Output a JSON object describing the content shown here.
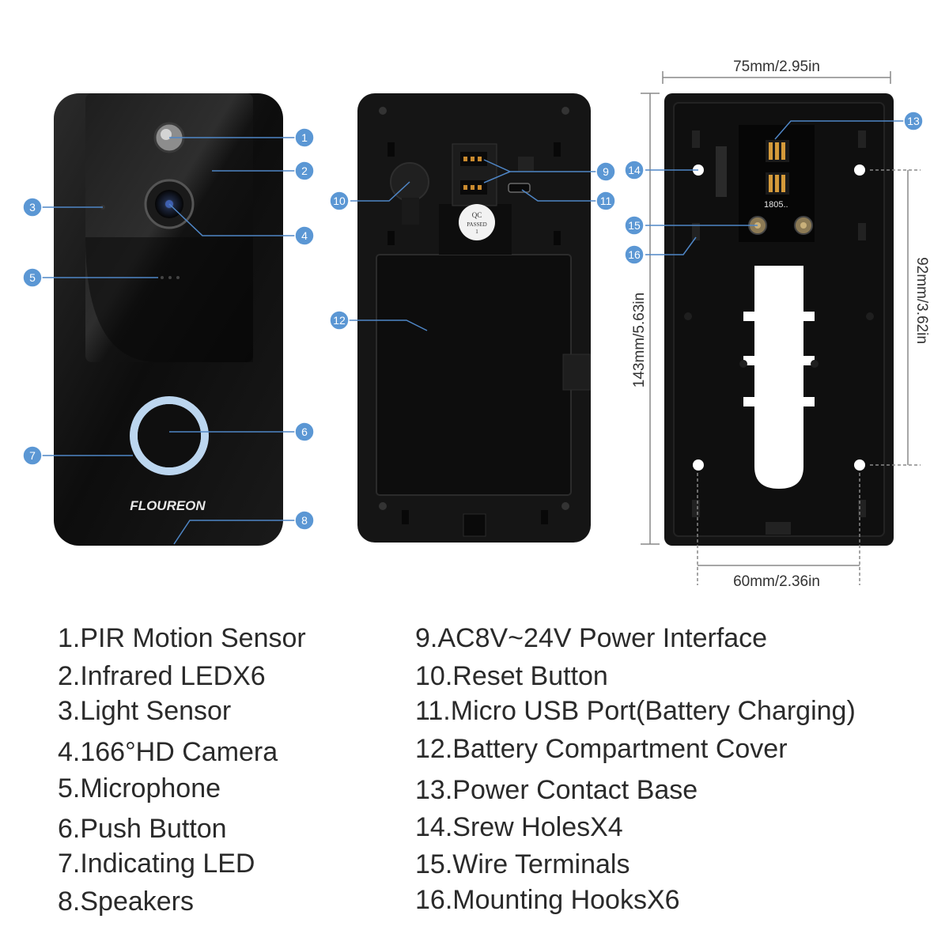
{
  "front": {
    "brand": "FLOUREON"
  },
  "back": {
    "qc_line1": "QC",
    "qc_line2": "PASSED",
    "qc_line3": "1"
  },
  "plate": {
    "pcb_code": "1805.."
  },
  "badges": [
    "1",
    "2",
    "3",
    "4",
    "5",
    "6",
    "7",
    "8",
    "9",
    "10",
    "11",
    "12",
    "13",
    "14",
    "15",
    "16"
  ],
  "dimensions": {
    "top_width": "75mm/2.95in",
    "bottom_width": "60mm/2.36in",
    "left_height": "143mm/5.63in",
    "right_height": "92mm/3.62in"
  },
  "legend_left": [
    "1.PIR Motion Sensor",
    "2.Infrared LEDX6",
    "3.Light Sensor",
    "4.166°HD Camera",
    "5.Microphone",
    "6.Push Button",
    "7.Indicating LED",
    "8.Speakers"
  ],
  "legend_right": [
    "9.AC8V~24V Power Interface",
    "10.Reset Button",
    "11.Micro USB Port(Battery Charging)",
    "12.Battery Compartment Cover",
    "13.Power Contact Base",
    "14.Srew HolesX4",
    "15.Wire Terminals",
    "16.Mounting HooksX6"
  ],
  "colors": {
    "badge": "#5b97d4",
    "device": "#141414",
    "ring": "#bcd6ef"
  }
}
